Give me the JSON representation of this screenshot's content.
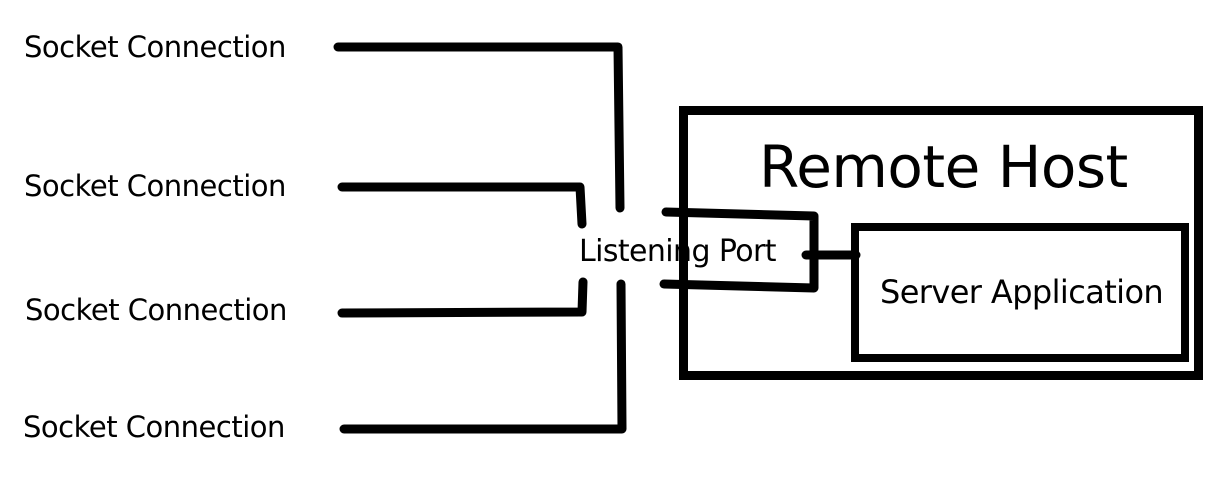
{
  "diagram": {
    "type": "network-connection-diagram",
    "connections": [
      {
        "label": "Socket Connection"
      },
      {
        "label": "Socket Connection"
      },
      {
        "label": "Socket Connection"
      },
      {
        "label": "Socket Connection"
      }
    ],
    "listening_port": {
      "label": "Listening Port"
    },
    "remote_host": {
      "label": "Remote Host"
    },
    "server_application": {
      "label": "Server Application"
    },
    "colors": {
      "stroke": "#000000",
      "background": "#ffffff"
    }
  }
}
